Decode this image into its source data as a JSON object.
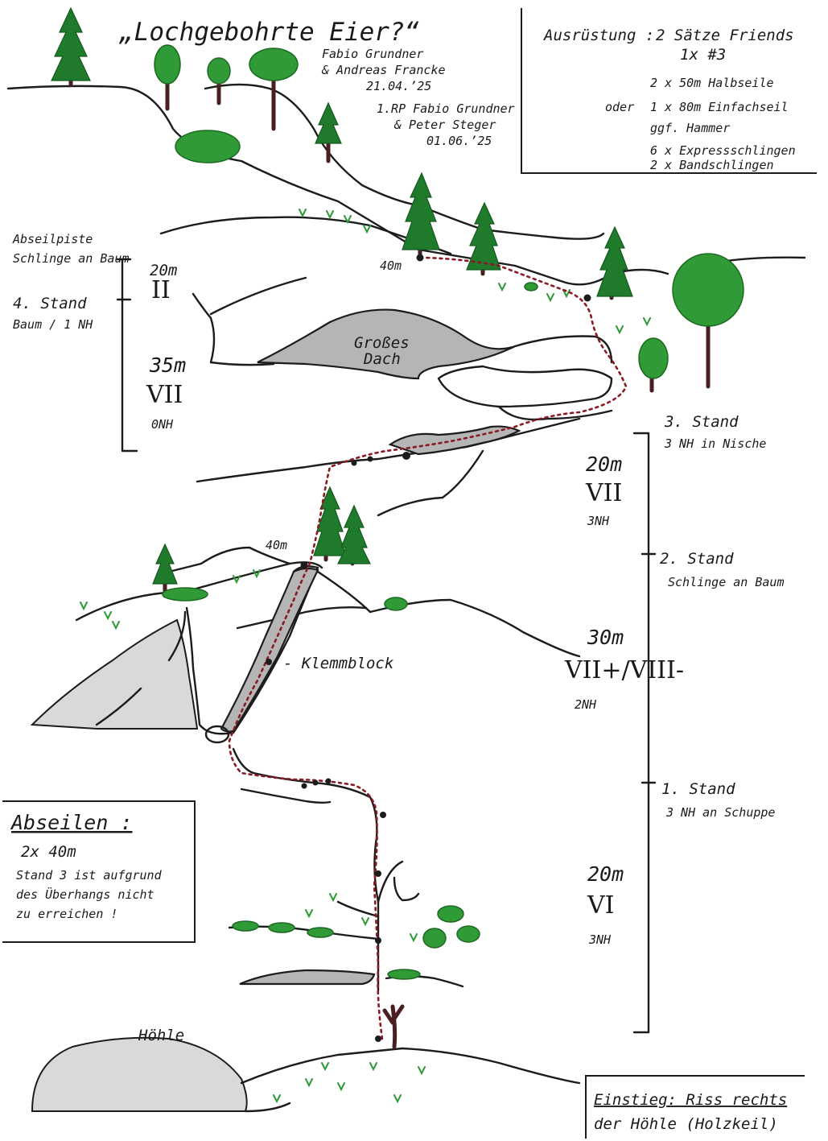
{
  "title": "„Lochgebohrte Eier?“",
  "credits": {
    "first_ascent_names": "Fabio Grundner",
    "first_ascent_names_2": "& Andreas Francke",
    "first_ascent_date": "21.04.’25",
    "redpoint_line": "1.RP Fabio Grundner",
    "redpoint_line_2": "& Peter Steger",
    "redpoint_date": "01.06.’25"
  },
  "gear": {
    "heading": "Ausrüstung :",
    "friends": "2 Sätze Friends",
    "friends_extra": "1x #3",
    "rope_half": "2 x 50m Halbseile",
    "rope_or": "oder",
    "rope_single": "1 x 80m Einfachseil",
    "hammer": "ggf. Hammer",
    "quickdraws": "6 x Expressschlingen",
    "slings": "2 x Bandschlingen"
  },
  "anchors": {
    "top_anchor": "Abseilpiste",
    "top_anchor_detail": "Schlinge an Baum",
    "stand4": "4. Stand",
    "stand4_detail": "Baum / 1 NH",
    "stand3": "3. Stand",
    "stand3_detail": "3 NH in Nische",
    "stand2": "2. Stand",
    "stand2_detail": "Schlinge an Baum",
    "stand1": "1. Stand",
    "stand1_detail": "3 NH an Schuppe"
  },
  "pitches": [
    {
      "length": "20m",
      "grade": "II",
      "bolts": ""
    },
    {
      "length": "35m",
      "grade": "VII",
      "bolts": "0NH"
    },
    {
      "length": "20m",
      "grade": "VII",
      "bolts": "3NH"
    },
    {
      "length": "30m",
      "grade": "VII+/VIII-",
      "bolts": "2NH"
    },
    {
      "length": "20m",
      "grade": "VI",
      "bolts": "3NH"
    }
  ],
  "features": {
    "roof": "Großes",
    "roof_2": "Dach",
    "chockstone": "- Klemmblock",
    "cave": "Höhle",
    "rappel_upper": "40m",
    "rappel_lower": "40m"
  },
  "rappel_note": {
    "heading": "Abseilen :",
    "line1": "2x 40m",
    "line2": "Stand 3 ist aufgrund",
    "line3": "des Überhangs nicht",
    "line4": "zu erreichen !"
  },
  "start_note": {
    "line1": "Einstieg: Riss rechts",
    "line2": "der Höhle (Holzkeil)"
  },
  "colors": {
    "route": "#8a1a24",
    "tree": "#1f7a2c",
    "rock_fill": "#b5b5b5"
  }
}
